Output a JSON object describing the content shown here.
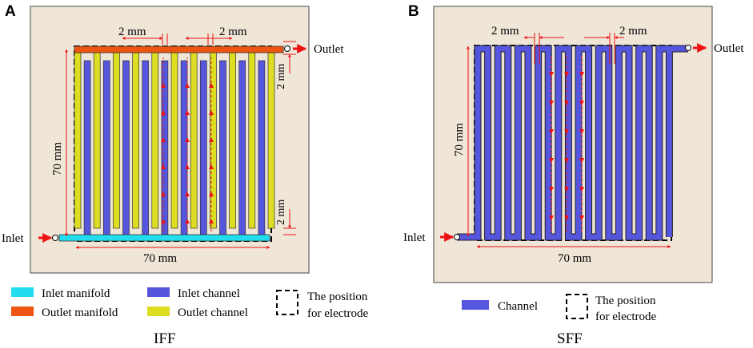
{
  "panel_a": {
    "letter": "A",
    "inlet": "Inlet",
    "outlet": "Outlet",
    "dim_top_left": "2 mm",
    "dim_top_right": "2 mm",
    "dim_right_top": "2 mm",
    "dim_right_bottom": "2 mm",
    "dim_vertical": "70 mm",
    "dim_horizontal": "70 mm",
    "legend": {
      "inlet_manifold": "Inlet manifold",
      "outlet_manifold": "Outlet manifold",
      "inlet_channel": "Inlet channel",
      "outlet_channel": "Outlet channel",
      "electrode_1": "The position",
      "electrode_2": "for electrode"
    },
    "caption": "IFF"
  },
  "panel_b": {
    "letter": "B",
    "inlet": "Inlet",
    "outlet": "Outlet",
    "dim_top_left": "2 mm",
    "dim_top_right": "2 mm",
    "dim_vertical": "70 mm",
    "dim_horizontal": "70 mm",
    "legend": {
      "channel": "Channel",
      "electrode_1": "The position",
      "electrode_2": "for electrode"
    },
    "caption": "SFF"
  },
  "colors": {
    "inlet_manifold": "#22ddee",
    "outlet_manifold": "#ee5511",
    "inlet_channel": "#5555dd",
    "outlet_channel": "#dddd22",
    "arrow": "#ee1111",
    "plate": "#efe6d8"
  }
}
